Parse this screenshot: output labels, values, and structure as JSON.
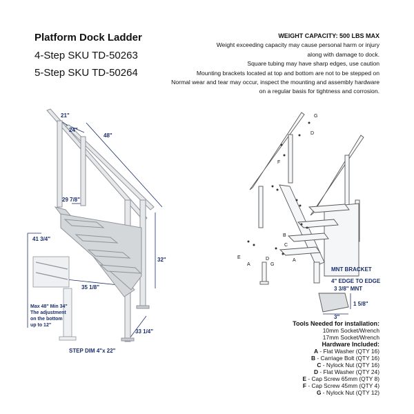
{
  "header": {
    "title": "Platform Dock Ladder",
    "sku_4": "4-Step SKU TD-50263",
    "sku_5": "5-Step SKU TD-50264"
  },
  "specs": {
    "heading": "WEIGHT CAPACITY: 500 LBS MAX",
    "lines": [
      "Weight exceeding capacity may cause personal harm or injury",
      "along with damage to dock.",
      "Square tubing may have sharp edges, use caution",
      "Mounting brackets located at top and bottom are not to be stepped on",
      "Normal wear and tear may occur, inspect the mounting and assembly hardware",
      "on a regular basis for tightness and corrosion."
    ]
  },
  "dimensions": {
    "d21": "21\"",
    "d24": "24\"",
    "d48": "48\"",
    "d29": "29 7/8\"",
    "d41": "41 3/4\"",
    "d32": "32\"",
    "d35": "35 1/8\"",
    "d33": "33 1/4\"",
    "step_dim": "STEP DIM 4\"x 22\""
  },
  "adjust_note": [
    "Max 48\" Min 34\"",
    "The adjustment",
    "on the bottom",
    "up to 12\""
  ],
  "parts_labels": [
    "G",
    "D",
    "F",
    "E",
    "A",
    "B",
    "C",
    "D",
    "G",
    "A"
  ],
  "mount": {
    "title": "MNT BRACKET",
    "edge": "4\" EDGE TO EDGE",
    "mnt": "3 3/8\" MNT",
    "d158": "1 5/8\"",
    "d3": "3\""
  },
  "tools": {
    "heading": "Tools Needed for installation:",
    "items": [
      "10mm Socket/Wrench",
      "17mm Socket/Wrench"
    ]
  },
  "hardware": {
    "heading": "Hardware Included:",
    "items": [
      {
        "code": "A",
        "desc": " - Flat Washer (QTY 16)"
      },
      {
        "code": "B",
        "desc": " - Carriage Bolt (QTY 16)"
      },
      {
        "code": "C",
        "desc": " - Nylock Nut (QTY 16)"
      },
      {
        "code": "D",
        "desc": " - Flat Washer (QTY 24)"
      },
      {
        "code": "E",
        "desc": " - Cap Screw 65mm (QTY 8)"
      },
      {
        "code": "F",
        "desc": " - Cap Screw 45mm (QTY 4)"
      },
      {
        "code": "G",
        "desc": " - Nylock Nut (QTY 12)"
      }
    ]
  },
  "colors": {
    "accent": "#1a2e6b",
    "metal": "#c9ccd0",
    "metal_dark": "#8e949a"
  }
}
